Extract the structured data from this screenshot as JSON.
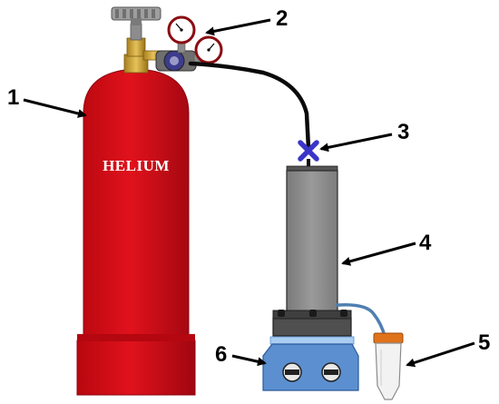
{
  "cylinder": {
    "label": "HELIUM",
    "color": "#d10a17"
  },
  "callouts": [
    {
      "id": "1",
      "label": "1"
    },
    {
      "id": "2",
      "label": "2"
    },
    {
      "id": "3",
      "label": "3"
    },
    {
      "id": "4",
      "label": "4"
    },
    {
      "id": "5",
      "label": "5"
    },
    {
      "id": "6",
      "label": "6"
    }
  ],
  "colors": {
    "cylinder": "#d10a17",
    "brass": "#c9a23a",
    "gauge_ring": "#8a0d12",
    "hose": "#0a0a0a",
    "valve_x": "#3a35c8",
    "column": "#8c8c8c",
    "base": "#5b8fd0",
    "base_plate": "#4f4f4f",
    "tube_cap": "#e0731a",
    "thin_tube": "#4f7fb0"
  }
}
